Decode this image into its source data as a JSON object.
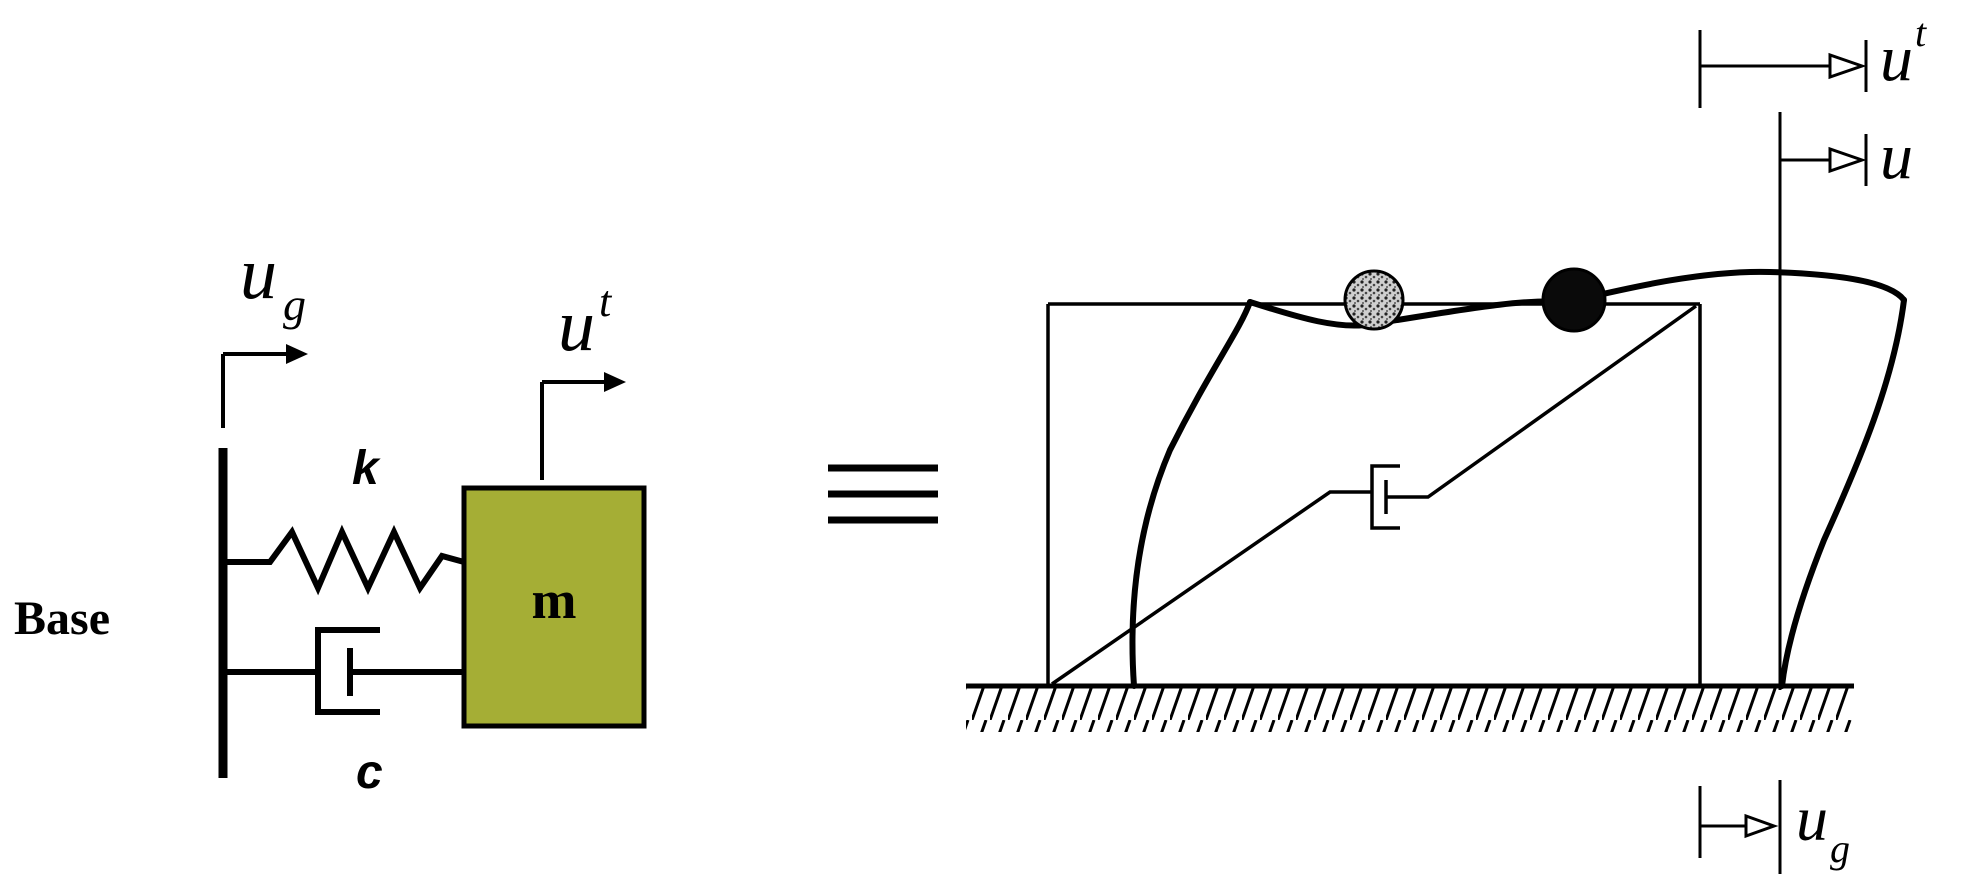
{
  "left_model": {
    "base_label": "Base",
    "ground_disp": {
      "symbol": "u",
      "subscript": "g"
    },
    "total_disp": {
      "symbol": "u",
      "superscript": "t"
    },
    "spring_label": "k",
    "damper_label": "c",
    "mass_label": "m",
    "mass_fill": "#a5ae35"
  },
  "equivalence_symbol": "≡",
  "right_frame": {
    "total_disp": {
      "symbol": "u",
      "superscript": "t"
    },
    "relative_disp": {
      "symbol": "u"
    },
    "ground_disp": {
      "symbol": "u",
      "subscript": "g"
    }
  }
}
